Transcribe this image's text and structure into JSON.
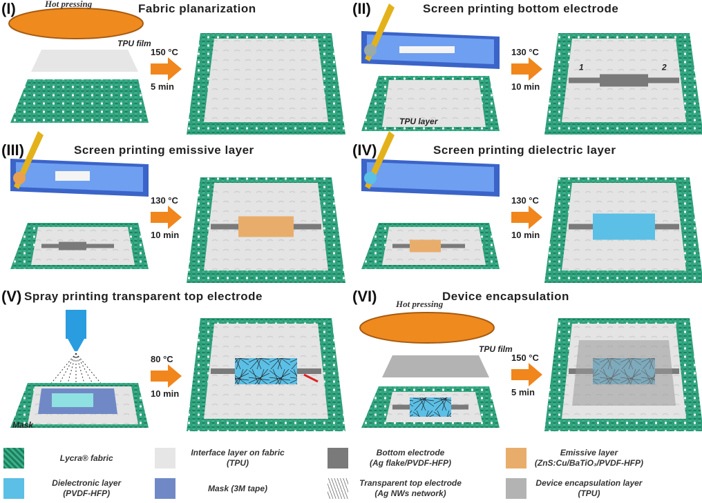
{
  "panels": [
    {
      "label": "(I)",
      "title": "Fabric planarization",
      "temp": "150 °C",
      "time": "5 min",
      "hot_pressing": "Hot pressing",
      "film_label": "TPU film"
    },
    {
      "label": "(II)",
      "title": "Screen printing bottom electrode",
      "temp": "130 °C",
      "time": "10 min",
      "layer_label": "TPU layer",
      "marker_1": "1",
      "marker_2": "2"
    },
    {
      "label": "(III)",
      "title": "Screen printing emissive layer",
      "temp": "130 °C",
      "time": "10 min"
    },
    {
      "label": "(IV)",
      "title": "Screen printing dielectric layer",
      "temp": "130 °C",
      "time": "10 min"
    },
    {
      "label": "(V)",
      "title": "Spray printing transparent top electrode",
      "temp": "80 °C",
      "time": "10 min",
      "mask_label": "Mask"
    },
    {
      "label": "(VI)",
      "title": "Device encapsulation",
      "temp": "150 °C",
      "time": "5 min",
      "hot_pressing": "Hot pressing",
      "film_label": "TPU film"
    }
  ],
  "legend": [
    {
      "line1": "Lycra® fabric",
      "line2": "",
      "color": "#2e9e7a"
    },
    {
      "line1": "Interface layer on fabric",
      "line2": "(TPU)",
      "color": "#e6e6e6"
    },
    {
      "line1": "Bottom electrode",
      "line2": "(Ag flake/PVDF-HFP)",
      "color": "#7a7a7a"
    },
    {
      "line1": "Emissive layer",
      "line2": "(ZnS:Cu/BaTiO₃/PVDF-HFP)",
      "color": "#e9ad6b"
    },
    {
      "line1": "Dielectronic layer",
      "line2": "(PVDF-HFP)",
      "color": "#5bbfe6"
    },
    {
      "line1": "Mask (3M tape)",
      "line2": "",
      "color": "#7089c6"
    },
    {
      "line1": "Transparent top electrode",
      "line2": "(Ag NWs network)",
      "color": "nanowire"
    },
    {
      "line1": "Device encapsulation layer",
      "line2": "(TPU)",
      "color": "#b3b3b3"
    }
  ],
  "colors": {
    "fabric": "#2e9e7a",
    "arrow": "#f0861c",
    "plate": "#ef8a1f",
    "tray": "#3b64c8",
    "squeegee": "#e3b21a"
  }
}
